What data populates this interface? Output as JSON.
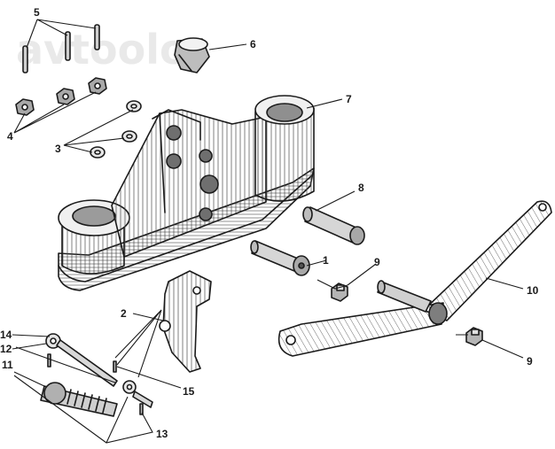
{
  "watermark": "avtoolo",
  "callouts": [
    {
      "id": "c5",
      "text": "5"
    },
    {
      "id": "c6",
      "text": "6"
    },
    {
      "id": "c7",
      "text": "7"
    },
    {
      "id": "c4",
      "text": "4"
    },
    {
      "id": "c3",
      "text": "3"
    },
    {
      "id": "c8",
      "text": "8"
    },
    {
      "id": "c1",
      "text": "1"
    },
    {
      "id": "c9a",
      "text": "9"
    },
    {
      "id": "c10",
      "text": "10"
    },
    {
      "id": "c9b",
      "text": "9"
    },
    {
      "id": "c2",
      "text": "2"
    },
    {
      "id": "c14",
      "text": "14"
    },
    {
      "id": "c12",
      "text": "12"
    },
    {
      "id": "c11",
      "text": "11"
    },
    {
      "id": "c15",
      "text": "15"
    },
    {
      "id": "c13",
      "text": "13"
    }
  ]
}
